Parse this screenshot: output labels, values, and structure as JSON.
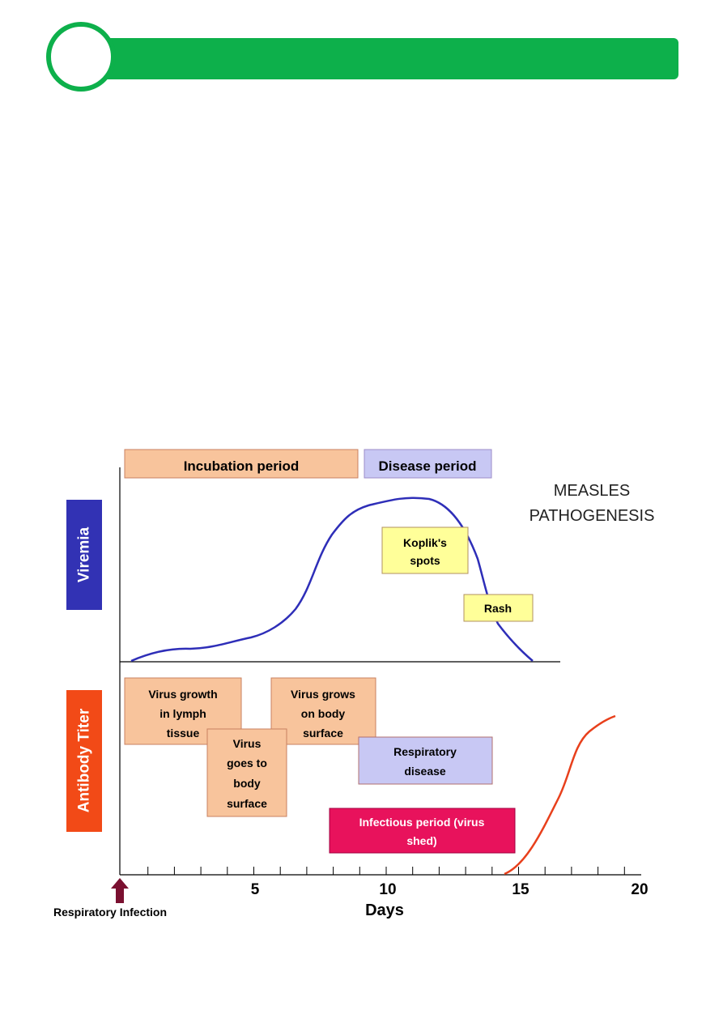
{
  "figure": {
    "title_lines": [
      "MEASLES",
      "PATHOGENESIS"
    ],
    "y_labels": {
      "top": "Viremia",
      "bottom": "Antibody Titer"
    },
    "x_axis": {
      "label": "Days",
      "ticks": [
        "5",
        "10",
        "15",
        "20"
      ],
      "start_annotation": "Respiratory Infection"
    },
    "boxes": {
      "incubation": "Incubation period",
      "disease": "Disease period",
      "kopliks": [
        "Koplik's",
        "spots"
      ],
      "rash": "Rash",
      "virus_growth": [
        "Virus growth",
        "in lymph",
        "tissue"
      ],
      "virus_goes": [
        "Virus",
        "goes to",
        "body",
        "surface"
      ],
      "virus_grows": [
        "Virus grows",
        "on body",
        "surface"
      ],
      "respiratory": [
        "Respiratory",
        "disease"
      ],
      "infectious": [
        "Infectious period (virus",
        "shed)"
      ]
    },
    "colors": {
      "header_green": "#0db04b",
      "viremia_curve": "#2e2eb8",
      "antibody_curve": "#e8401c",
      "viremia_label_bg": "#3232b4",
      "antibody_label_bg": "#f24a17",
      "arrow": "#7a1030",
      "box_peach": "#f8c49c",
      "box_lavender": "#c8c8f4",
      "box_yellow": "#ffff99",
      "box_magenta": "#e8125c"
    }
  }
}
